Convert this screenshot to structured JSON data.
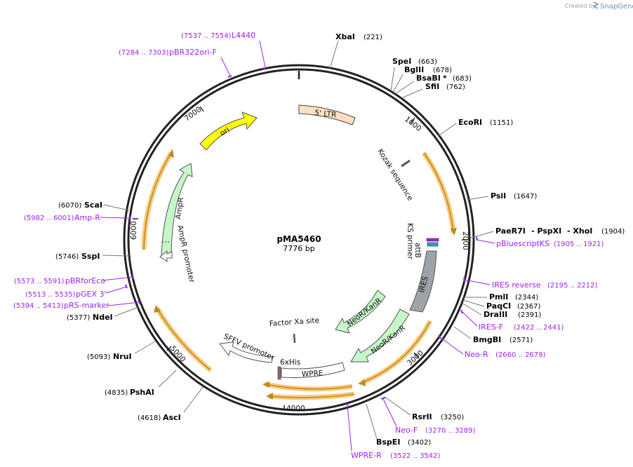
{
  "header": {
    "credit": "Created by",
    "brand": "SnapGene"
  },
  "plasmid": {
    "name": "pMA5460",
    "size_label": "7776 bp"
  },
  "ticks": [
    "1000",
    "2000",
    "3000",
    "4000",
    "5000",
    "6000",
    "7000"
  ],
  "sites": [
    {
      "name": "XbaI",
      "pos": "(221)"
    },
    {
      "name": "SpeI",
      "pos": "(663)"
    },
    {
      "name": "BglII",
      "pos": "(678)"
    },
    {
      "name": "BsaBI",
      "star": "*",
      "pos": "(683)"
    },
    {
      "name": "SfiI",
      "pos": "(762)"
    },
    {
      "name": "EcoRI",
      "pos": "(1151)"
    },
    {
      "name": "PsiI",
      "pos": "(1647)"
    },
    {
      "name": "PaeR7I",
      "name2": "- PspXI",
      "name3": "- XhoI",
      "pos": "(1904)"
    },
    {
      "name": "PmlI",
      "pos": "(2344)"
    },
    {
      "name": "PaqCI",
      "pos": "(2367)"
    },
    {
      "name": "DraIII",
      "pos": "(2391)"
    },
    {
      "name": "BmgBI",
      "pos": "(2571)"
    },
    {
      "name": "RsrII",
      "pos": "(3250)"
    },
    {
      "name": "BspEI",
      "pos": "(3402)"
    },
    {
      "name": "AscI",
      "pos": "(4618)"
    },
    {
      "name": "PshAI",
      "pos": "(4835)"
    },
    {
      "name": "NruI",
      "pos": "(5093)"
    },
    {
      "name": "NdeI",
      "pos": "(5377)"
    },
    {
      "name": "SspI",
      "pos": "(5746)"
    },
    {
      "name": "ScaI",
      "pos": "(6070)"
    }
  ],
  "primers": [
    {
      "name": "L4440",
      "range": "(7537 .. 7554)"
    },
    {
      "name": "pBR322ori-F",
      "range": "(7284 .. 7303)"
    },
    {
      "name": "pBluescriptKS",
      "range": "(1905 .. 1921)"
    },
    {
      "name": "IRES reverse",
      "range": "(2195 .. 2212)"
    },
    {
      "name": "IRES-F",
      "range": "(2422 .. 2441)"
    },
    {
      "name": "Neo-R",
      "range": "(2660 .. 2679)"
    },
    {
      "name": "Neo-F",
      "range": "(3270 .. 3289)"
    },
    {
      "name": "WPRE-R",
      "range": "(3522 .. 3542)"
    },
    {
      "name": "Amp-R",
      "range": "(5982 .. 6001)"
    },
    {
      "name": "pBRforEco",
      "range": "(5573 .. 5591)"
    },
    {
      "name": "pGEX 3'",
      "range": "(5513 .. 5535)"
    },
    {
      "name": "pRS-marker",
      "range": "(5394 .. 5413)"
    }
  ],
  "features": [
    {
      "label": "5' LTR"
    },
    {
      "label": "ori"
    },
    {
      "label": "AmpR"
    },
    {
      "label": "AmpR promoter"
    },
    {
      "label": "Kozak sequence"
    },
    {
      "label": "KS primer"
    },
    {
      "label": "attB"
    },
    {
      "label": "IRES"
    },
    {
      "label": "NeoR/KanR"
    },
    {
      "label": "NeoR/KanR"
    },
    {
      "label": "Factor Xa site"
    },
    {
      "label": "SFFV promoter"
    },
    {
      "label": "6xHis"
    },
    {
      "label": "WPRE"
    }
  ],
  "colors": {
    "backbone": "#222222",
    "primer": "#a020f0",
    "ltr": "#fde0c2",
    "ori": "#ffff00",
    "amp": "#c6f7c9",
    "ires": "#9ea3a8",
    "orf_halo": "#f9c97b",
    "orf_line": "#c08a1e"
  }
}
